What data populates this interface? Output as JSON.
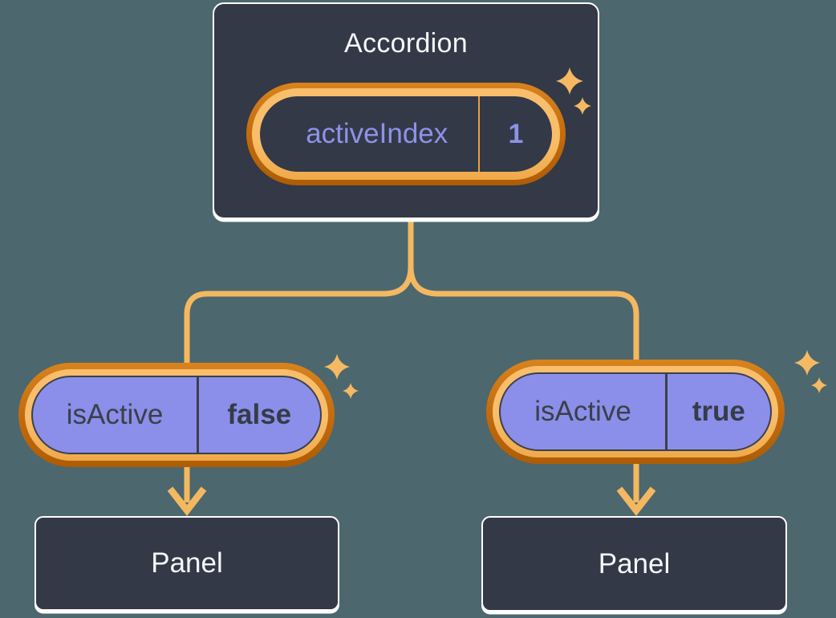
{
  "diagram": {
    "root": {
      "title": "Accordion",
      "state_pill": {
        "label": "activeIndex",
        "value": "1"
      }
    },
    "children": [
      {
        "prop_pill": {
          "label": "isActive",
          "value": "false"
        },
        "panel_label": "Panel"
      },
      {
        "prop_pill": {
          "label": "isActive",
          "value": "true"
        },
        "panel_label": "Panel"
      }
    ]
  },
  "icons": {
    "sparkle": "four-point-sparkle",
    "arrow": "downward-arrow"
  },
  "colors": {
    "background": "#4C676E",
    "card_background": "#333946",
    "card_border": "#FDFDFE",
    "orange_ring_dark": "#C26A0C",
    "orange_ring_light": "#F6B75F",
    "connector_orange": "#F4B860",
    "sparkle_orange": "#F5B963",
    "purple_fill": "#8B8FE9",
    "purple_text": "#8D92EA",
    "dark_text_on_purple": "#3A404B",
    "light_text": "#F5F7F9",
    "state_divider_orange": "#E8A23C"
  }
}
